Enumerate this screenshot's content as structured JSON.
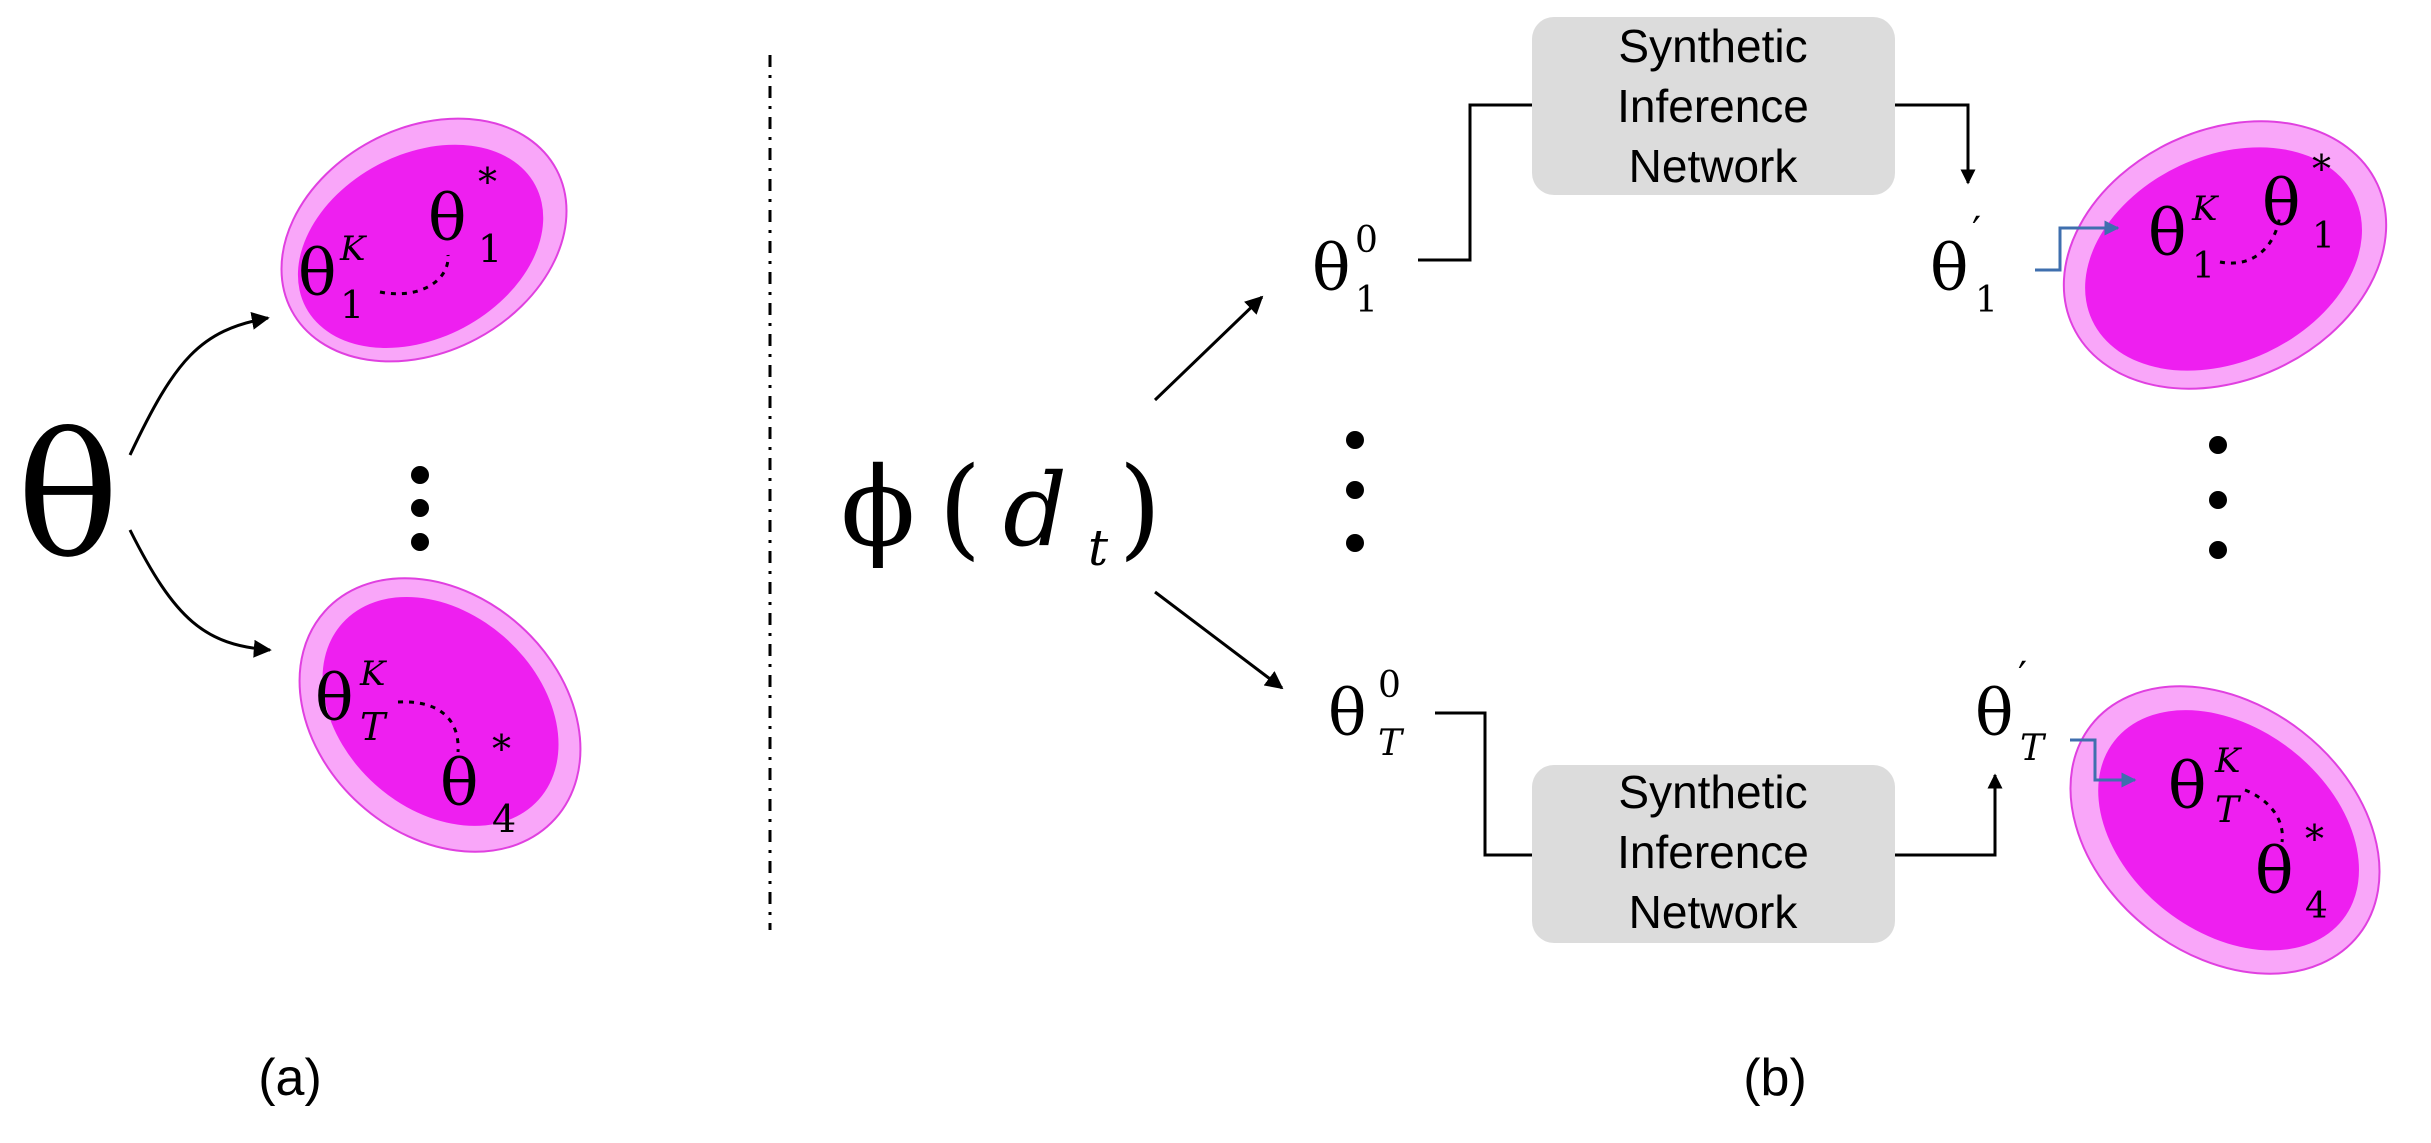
{
  "theta": "θ",
  "phi": "ϕ",
  "d": "d",
  "t": "t",
  "paren_open": "(",
  "paren_close": ")",
  "sub_1": "1",
  "sub_T": "T",
  "sub_4": "4",
  "sup_K": "K",
  "sup_star": "*",
  "sup_0": "0",
  "sup_prime": "′",
  "network_lines": [
    "Synthetic",
    "Inference",
    "Network"
  ],
  "label_a": "(a)",
  "label_b": "(b)",
  "vdots": "⋮",
  "colors": {
    "outer_blob": "#f9a6f9",
    "inner_blob": "#ee1ff0",
    "blob_stroke": "#e040e0",
    "network_box": "#dcdcdc",
    "blue_arrow": "#3f6fae",
    "line": "#000000"
  }
}
